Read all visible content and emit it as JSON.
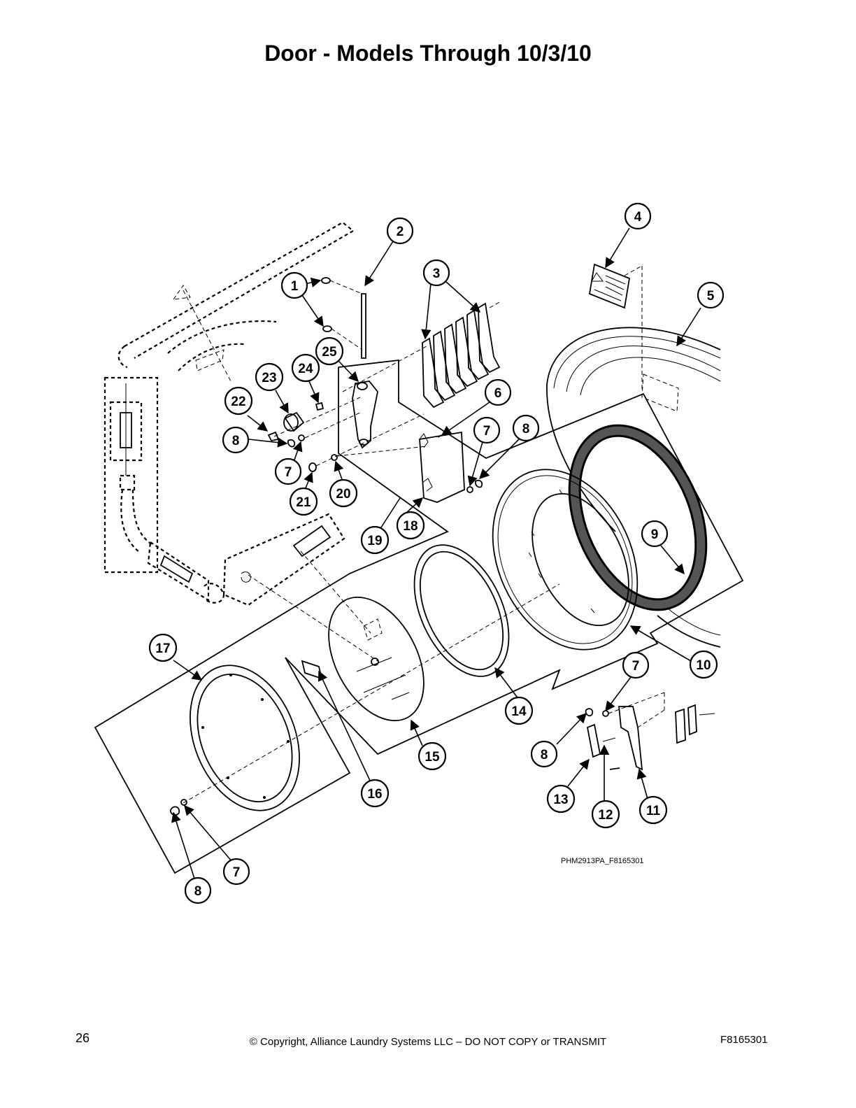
{
  "page": {
    "title": "Door - Models Through 10/3/10",
    "page_number": "26",
    "copyright": "© Copyright, Alliance Laundry Systems LLC – DO NOT COPY or TRANSMIT",
    "document_number": "F8165301"
  },
  "diagram": {
    "figure_id": "PHM2913PA_F8165301",
    "callouts": [
      "1",
      "2",
      "3",
      "4",
      "5",
      "6",
      "7",
      "8",
      "9",
      "10",
      "11",
      "12",
      "13",
      "14",
      "15",
      "16",
      "17",
      "18",
      "19",
      "20",
      "21",
      "22",
      "23",
      "24",
      "25"
    ]
  },
  "colors": {
    "ink": "#000000",
    "paper": "#ffffff",
    "gasket": "#555555"
  }
}
